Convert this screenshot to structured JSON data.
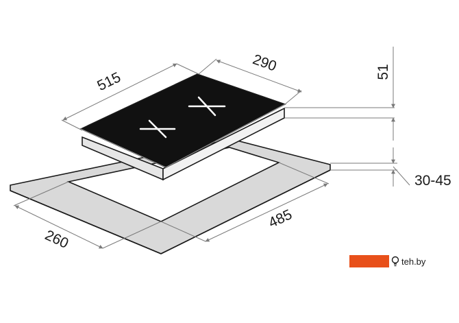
{
  "dimensions": {
    "hob_width": "515",
    "hob_depth": "290",
    "hob_height": "51",
    "worktop_thickness": "30-45",
    "cutout_width": "485",
    "cutout_depth": "260"
  },
  "watermark": {
    "text": "teh.by"
  },
  "colors": {
    "glass": "#111111",
    "worktop_fill": "#d9d9d9",
    "dimension_line": "#7a7a7a",
    "burner_mark": "#ffffff",
    "badge_accent": "#e8501a"
  },
  "icons": {
    "badge_logo": "bulb-icon"
  }
}
